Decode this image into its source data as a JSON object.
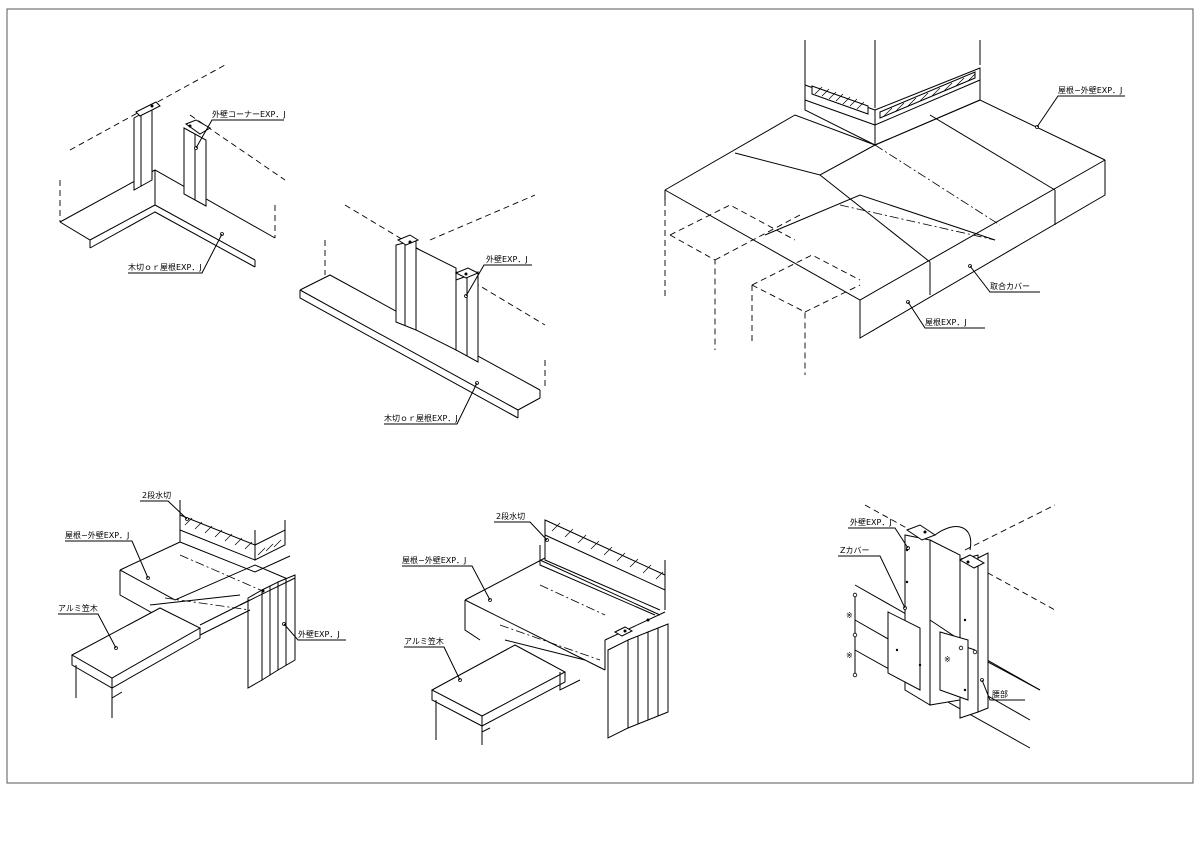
{
  "labels": {
    "wall_corner_expj": "外壁コーナーEXP．J",
    "kiriki_roof_expj_1": "木切ｏｒ屋根EXP．J",
    "wall_expj_1": "外壁EXP．J",
    "kiriki_roof_expj_2": "木切ｏｒ屋根EXP．J",
    "roof_wall_expj_1": "屋根−外壁EXP．J",
    "fit_cover": "取合カバー",
    "roof_expj": "屋根EXP．J",
    "nidan_mizukiri_1": "2段水切",
    "roof_wall_expj_2": "屋根−外壁EXP．J",
    "alumi_kasagi_1": "アルミ笠木",
    "wall_expj_2": "外壁EXP．J",
    "nidan_mizukiri_2": "2段水切",
    "roof_wall_expj_3": "屋根−外壁EXP．J",
    "alumi_kasagi_2": "アルミ笠木",
    "wall_expj_3": "外壁EXP．J",
    "z_cover": "Zカバー",
    "koshibu": "腰部",
    "mark_a": "※",
    "mark_b": "※",
    "mark_c": "※"
  },
  "colors": {
    "line": "#000000",
    "background": "#ffffff",
    "frame": "#555555"
  }
}
